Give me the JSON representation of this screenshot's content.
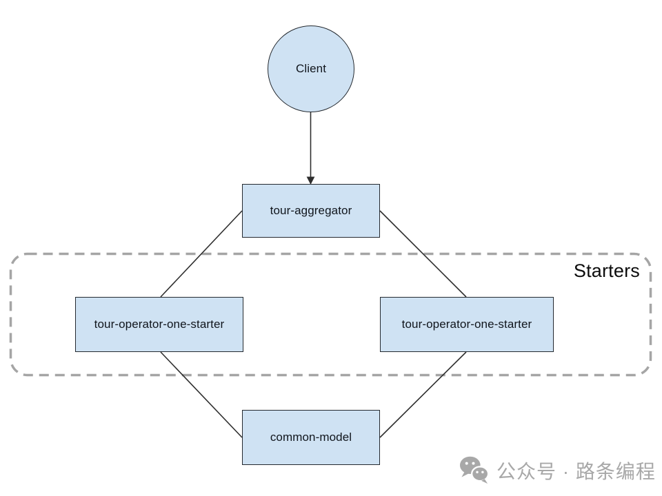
{
  "diagram": {
    "nodes": {
      "client": {
        "label": "Client",
        "shape": "circle"
      },
      "aggregator": {
        "label": "tour-aggregator",
        "shape": "rect"
      },
      "starter_left": {
        "label": "tour-operator-one-starter",
        "shape": "rect"
      },
      "starter_right": {
        "label": "tour-operator-one-starter",
        "shape": "rect"
      },
      "common_model": {
        "label": "common-model",
        "shape": "rect"
      }
    },
    "group": {
      "label": "Starters"
    },
    "colors": {
      "background": "#ffffff",
      "node_fill": "#cfe2f3",
      "node_border": "#23282e",
      "node_text": "#10151c",
      "connector": "#2e2e2e",
      "group_border": "#a5a5a5",
      "group_label_text": "#0c0c0c",
      "watermark_gray": "#a8a8a8"
    }
  },
  "watermark": {
    "icon": "wechat-icon",
    "text": "公众号 · 路条编程"
  }
}
